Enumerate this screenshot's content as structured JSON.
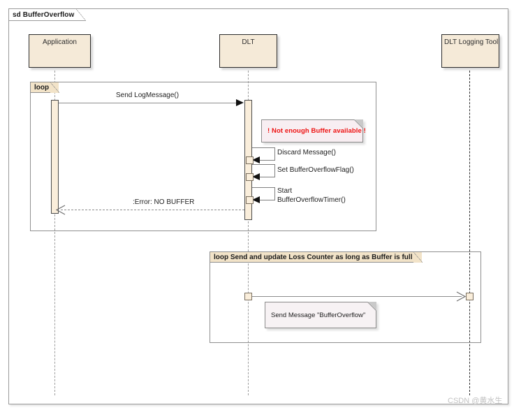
{
  "diagram": {
    "frame_label": "sd BufferOverflow",
    "type": "uml-sequence-diagram"
  },
  "lifelines": [
    {
      "name": "Application",
      "label": "Application"
    },
    {
      "name": "DLT",
      "label": "DLT"
    },
    {
      "name": "DLT Logging Tool",
      "label": "DLT Logging Tool"
    }
  ],
  "fragments": [
    {
      "label": "loop"
    },
    {
      "label": "loop Send and update Loss Counter as long as Buffer is full"
    }
  ],
  "messages": [
    {
      "label": "Send LogMessage()",
      "from": "Application",
      "to": "DLT",
      "kind": "sync"
    },
    {
      "label": "Discard Message()",
      "from": "DLT",
      "to": "DLT",
      "kind": "self"
    },
    {
      "label": "Set BufferOverflowFlag()",
      "from": "DLT",
      "to": "DLT",
      "kind": "self"
    },
    {
      "label_line1": "Start",
      "label_line2": "BufferOverflowTimer()",
      "from": "DLT",
      "to": "DLT",
      "kind": "self"
    },
    {
      "label": ":Error: NO BUFFER",
      "from": "DLT",
      "to": "Application",
      "kind": "return"
    },
    {
      "label": "",
      "from": "DLT",
      "to": "DLT Logging Tool",
      "kind": "async"
    }
  ],
  "notes": [
    {
      "text": "! Not enough Buffer available !",
      "style": "pink",
      "color": "#ee1111"
    },
    {
      "text": "Send Message \"BufferOverflow\"",
      "style": "white",
      "color": "#1d1d1d"
    }
  ],
  "watermark": {
    "text": "CSDN @黄水生"
  },
  "colors": {
    "actor_fill": "#f5ead8",
    "fragment_tab_fill": "#f2e3c8",
    "activation_fill": "#faeedb",
    "note_pink_fill": "#f8eef2",
    "note_white_fill": "#f7f2f4",
    "alert_text": "#ee1111",
    "line": "#8c8c8c",
    "watermark": "#c2c2c2"
  }
}
